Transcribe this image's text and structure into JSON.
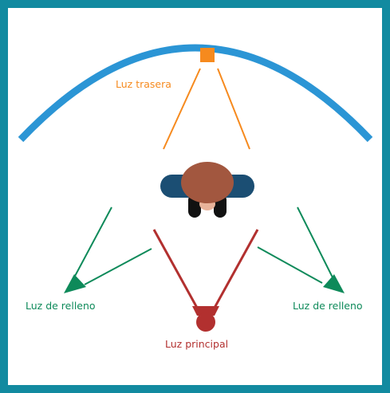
{
  "diagram": {
    "frame_color": "#128aa0",
    "backdrop_color": "#2b95d5",
    "back_light": {
      "label": "Luz trasera",
      "color": "#f68a1e",
      "icon": "square-light-icon"
    },
    "fill_light_left": {
      "label": "Luz de relleno",
      "color": "#0e8a5a",
      "icon": "flag-light-icon"
    },
    "fill_light_right": {
      "label": "Luz de relleno",
      "color": "#0e8a5a",
      "icon": "flag-light-icon"
    },
    "key_light": {
      "label": "Luz principal",
      "color": "#b2302f",
      "icon": "round-light-icon"
    },
    "subject": {
      "icon": "person-top-view-icon",
      "shirt_color": "#1b4e73",
      "hair_color": "#a2573f"
    }
  }
}
